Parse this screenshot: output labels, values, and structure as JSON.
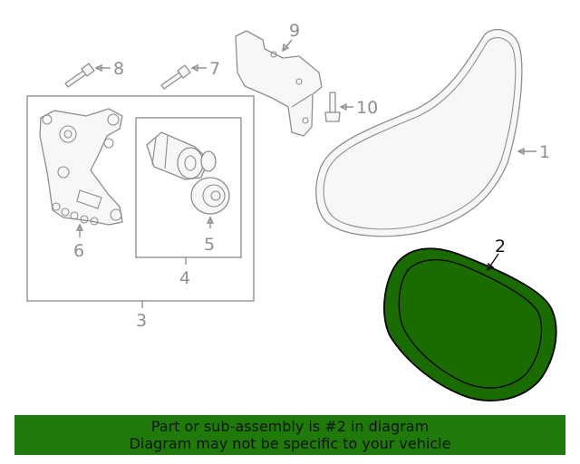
{
  "callouts": {
    "c1": "1",
    "c2": "2",
    "c3": "3",
    "c4": "4",
    "c5": "5",
    "c6": "6",
    "c7": "7",
    "c8": "8",
    "c9": "9",
    "c10": "10"
  },
  "highlight_part": "2",
  "colors": {
    "highlight_fill": "#1a6b00",
    "banner_bg": "#1f7a0a",
    "line_gray": "#8f8f8f"
  },
  "banner": {
    "line1": "Part or sub-assembly is #2 in diagram",
    "line2": "Diagram may not be specific to your vehicle"
  }
}
